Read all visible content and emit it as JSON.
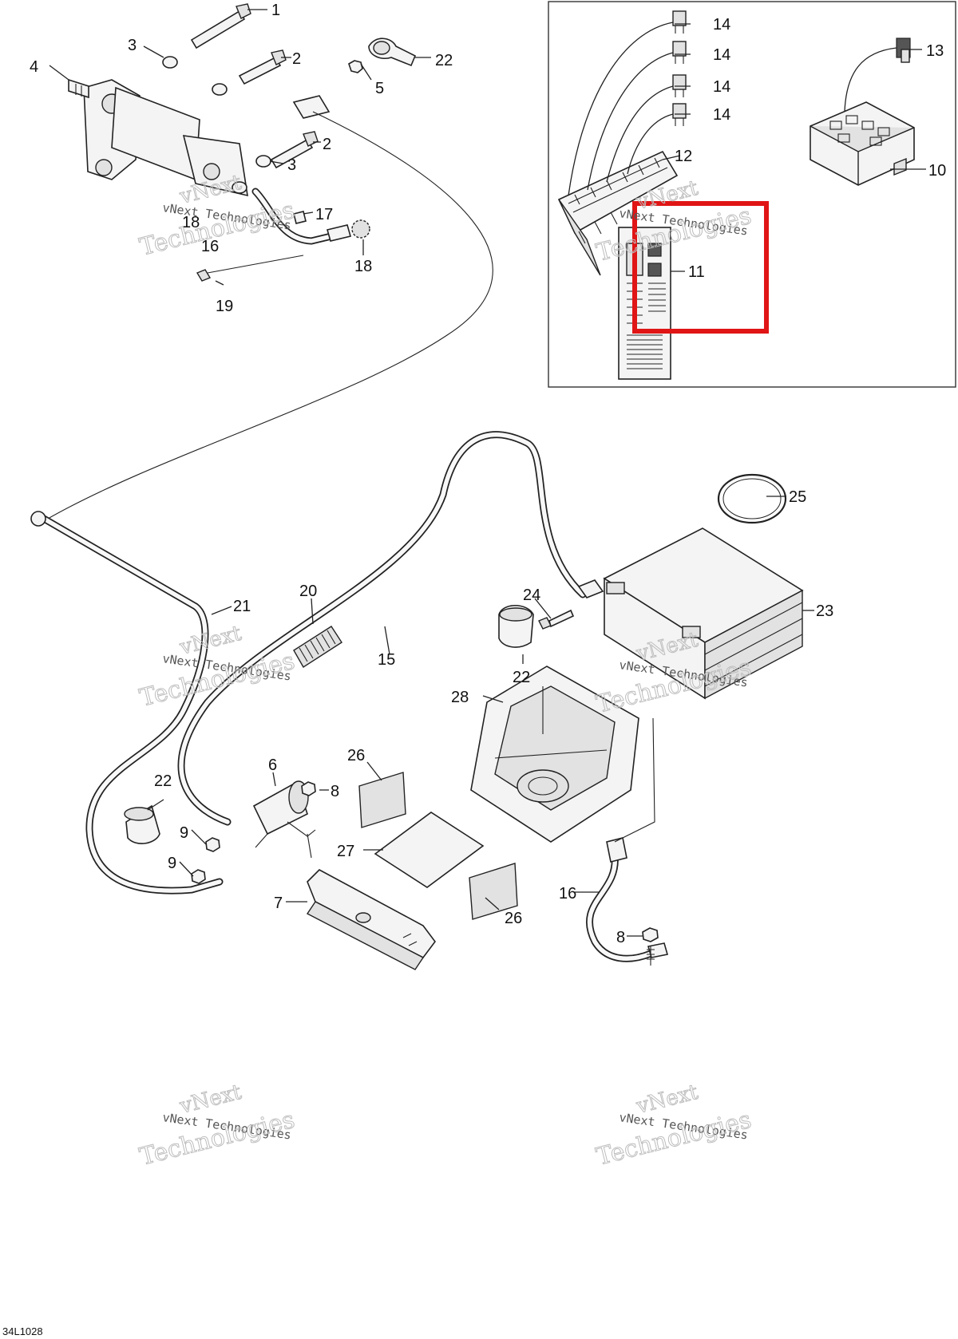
{
  "drawing_code": "34L1028",
  "watermark": {
    "line1": "vNext",
    "line2": "vNext Technologies",
    "line3": "Technologies"
  },
  "highlight_color": "#e01515",
  "callouts": [
    {
      "id": "c1",
      "label": "1"
    },
    {
      "id": "c2a",
      "label": "2"
    },
    {
      "id": "c2b",
      "label": "2"
    },
    {
      "id": "c3a",
      "label": "3"
    },
    {
      "id": "c3b",
      "label": "3"
    },
    {
      "id": "c4",
      "label": "4"
    },
    {
      "id": "c5",
      "label": "5"
    },
    {
      "id": "c22a",
      "label": "22"
    },
    {
      "id": "c17",
      "label": "17"
    },
    {
      "id": "c18a",
      "label": "18"
    },
    {
      "id": "c16a",
      "label": "16"
    },
    {
      "id": "c18b",
      "label": "18"
    },
    {
      "id": "c19",
      "label": "19"
    },
    {
      "id": "c14a",
      "label": "14"
    },
    {
      "id": "c14b",
      "label": "14"
    },
    {
      "id": "c14c",
      "label": "14"
    },
    {
      "id": "c14d",
      "label": "14"
    },
    {
      "id": "c13",
      "label": "13"
    },
    {
      "id": "c12",
      "label": "12"
    },
    {
      "id": "c10",
      "label": "10"
    },
    {
      "id": "c11",
      "label": "11"
    },
    {
      "id": "c25",
      "label": "25"
    },
    {
      "id": "c20",
      "label": "20"
    },
    {
      "id": "c21",
      "label": "21"
    },
    {
      "id": "c15",
      "label": "15"
    },
    {
      "id": "c24",
      "label": "24"
    },
    {
      "id": "c23",
      "label": "23"
    },
    {
      "id": "c22b",
      "label": "22"
    },
    {
      "id": "c28",
      "label": "28"
    },
    {
      "id": "c26a",
      "label": "26"
    },
    {
      "id": "c6",
      "label": "6"
    },
    {
      "id": "c8a",
      "label": "8"
    },
    {
      "id": "c22c",
      "label": "22"
    },
    {
      "id": "c9a",
      "label": "9"
    },
    {
      "id": "c9b",
      "label": "9"
    },
    {
      "id": "c27",
      "label": "27"
    },
    {
      "id": "c7",
      "label": "7"
    },
    {
      "id": "c26b",
      "label": "26"
    },
    {
      "id": "c16b",
      "label": "16"
    },
    {
      "id": "c8b",
      "label": "8"
    }
  ]
}
